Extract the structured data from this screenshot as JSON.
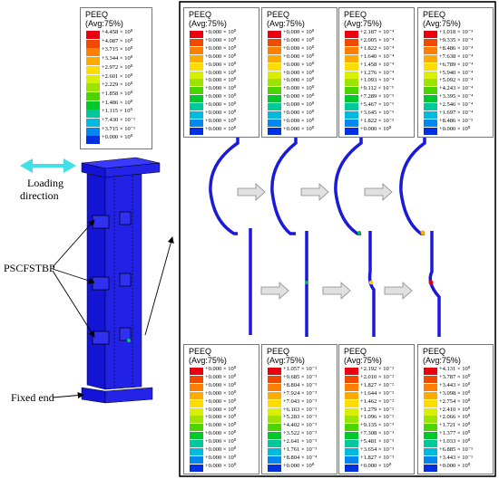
{
  "colors": {
    "contour": [
      "#e8000f",
      "#f04a00",
      "#ff7f00",
      "#ffaa00",
      "#ffdc00",
      "#d8ef00",
      "#9ce300",
      "#4cd400",
      "#00c82a",
      "#00c89d",
      "#00b9df",
      "#0088ee",
      "#0030e0"
    ],
    "column_blue": "#1515e0",
    "arrow_cyan": "#40e0e8"
  },
  "main_legend": {
    "title1": "PEEQ",
    "title2": "(Avg:75%)",
    "values": [
      "+4.458 × 10⁰",
      "+4.087 × 10⁰",
      "+3.715 × 10⁰",
      "+3.344 × 10⁰",
      "+2.972 × 10⁰",
      "+2.601 × 10⁰",
      "+2.229 × 10⁰",
      "+1.858 × 10⁰",
      "+1.486 × 10⁰",
      "+1.115 × 10⁰",
      "+7.430 × 10⁻¹",
      "+3.715 × 10⁻¹",
      "+0.000 × 10⁰"
    ]
  },
  "top_legends": [
    {
      "title1": "PEEQ",
      "title2": "(Avg:75%)",
      "values": [
        "+0.000 × 10⁰",
        "+0.000 × 10⁰",
        "+0.000 × 10⁰",
        "+0.000 × 10⁰",
        "+0.000 × 10⁰",
        "+0.000 × 10⁰",
        "+0.000 × 10⁰",
        "+0.000 × 10⁰",
        "+0.000 × 10⁰",
        "+0.000 × 10⁰",
        "+0.000 × 10⁰",
        "+0.000 × 10⁰",
        "+0.000 × 10⁰"
      ]
    },
    {
      "title1": "PEEQ",
      "title2": "(Avg:75%)",
      "values": [
        "+0.000 × 10⁰",
        "+0.000 × 10⁰",
        "+0.000 × 10⁰",
        "+0.000 × 10⁰",
        "+0.000 × 10⁰",
        "+0.000 × 10⁰",
        "+0.000 × 10⁰",
        "+0.000 × 10⁰",
        "+0.000 × 10⁰",
        "+0.000 × 10⁰",
        "+0.000 × 10⁰",
        "+0.000 × 10⁰",
        "+0.000 × 10⁰"
      ]
    },
    {
      "title1": "PEEQ",
      "title2": "(Avg:75%)",
      "values": [
        "+2.187 × 10⁻⁴",
        "+2.005 × 10⁻⁴",
        "+1.822 × 10⁻⁴",
        "+1.640 × 10⁻⁴",
        "+1.458 × 10⁻⁴",
        "+1.276 × 10⁻⁴",
        "+1.093 × 10⁻⁴",
        "+9.112 × 10⁻⁵",
        "+7.289 × 10⁻⁵",
        "+5.467 × 10⁻⁵",
        "+3.645 × 10⁻⁵",
        "+1.822 × 10⁻⁵",
        "+0.000 × 10⁰"
      ]
    },
    {
      "title1": "PEEQ",
      "title2": "(Avg:75%)",
      "values": [
        "+1.018 × 10⁻³",
        "+9.335 × 10⁻⁴",
        "+8.486 × 10⁻⁴",
        "+7.638 × 10⁻⁴",
        "+6.789 × 10⁻⁴",
        "+5.940 × 10⁻⁴",
        "+5.092 × 10⁻⁴",
        "+4.243 × 10⁻⁴",
        "+3.395 × 10⁻⁴",
        "+2.546 × 10⁻⁴",
        "+1.697 × 10⁻⁴",
        "+8.486 × 10⁻⁵",
        "+0.000 × 10⁰"
      ]
    }
  ],
  "bottom_legends": [
    {
      "title1": "PEEQ",
      "title2": "(Avg:75%)",
      "values": [
        "+0.000 × 10⁰",
        "+0.000 × 10⁰",
        "+0.000 × 10⁰",
        "+0.000 × 10⁰",
        "+0.000 × 10⁰",
        "+0.000 × 10⁰",
        "+0.000 × 10⁰",
        "+0.000 × 10⁰",
        "+0.000 × 10⁰",
        "+0.000 × 10⁰",
        "+0.000 × 10⁰",
        "+0.000 × 10⁰",
        "+0.000 × 10⁰"
      ]
    },
    {
      "title1": "PEEQ",
      "title2": "(Avg:75%)",
      "values": [
        "+1.057 × 10⁻²",
        "+9.685 × 10⁻³",
        "+8.804 × 10⁻³",
        "+7.924 × 10⁻³",
        "+7.043 × 10⁻³",
        "+6.163 × 10⁻³",
        "+5.283 × 10⁻³",
        "+4.402 × 10⁻³",
        "+3.522 × 10⁻³",
        "+2.641 × 10⁻³",
        "+1.761 × 10⁻³",
        "+8.804 × 10⁻⁴",
        "+0.000 × 10⁰"
      ]
    },
    {
      "title1": "PEEQ",
      "title2": "(Avg:75%)",
      "values": [
        "+2.192 × 10⁻²",
        "+2.010 × 10⁻²",
        "+1.827 × 10⁻²",
        "+1.644 × 10⁻²",
        "+1.462 × 10⁻²",
        "+1.279 × 10⁻²",
        "+1.096 × 10⁻²",
        "+9.135 × 10⁻³",
        "+7.308 × 10⁻³",
        "+5.481 × 10⁻³",
        "+3.654 × 10⁻³",
        "+1.827 × 10⁻³",
        "+0.000 × 10⁰"
      ]
    },
    {
      "title1": "PEEQ",
      "title2": "(Avg:75%)",
      "values": [
        "+4.131 × 10⁰",
        "+3.787 × 10⁰",
        "+3.443 × 10⁰",
        "+3.098 × 10⁰",
        "+2.754 × 10⁰",
        "+2.410 × 10⁰",
        "+2.066 × 10⁰",
        "+1.721 × 10⁰",
        "+1.377 × 10⁰",
        "+1.033 × 10⁰",
        "+6.885 × 10⁻¹",
        "+3.443 × 10⁻¹",
        "+0.000 × 10⁰"
      ]
    }
  ],
  "labels": {
    "loading": "Loading",
    "direction": "direction",
    "pscfstbp": "PSCFSTBP",
    "fixed_end": "Fixed end"
  }
}
